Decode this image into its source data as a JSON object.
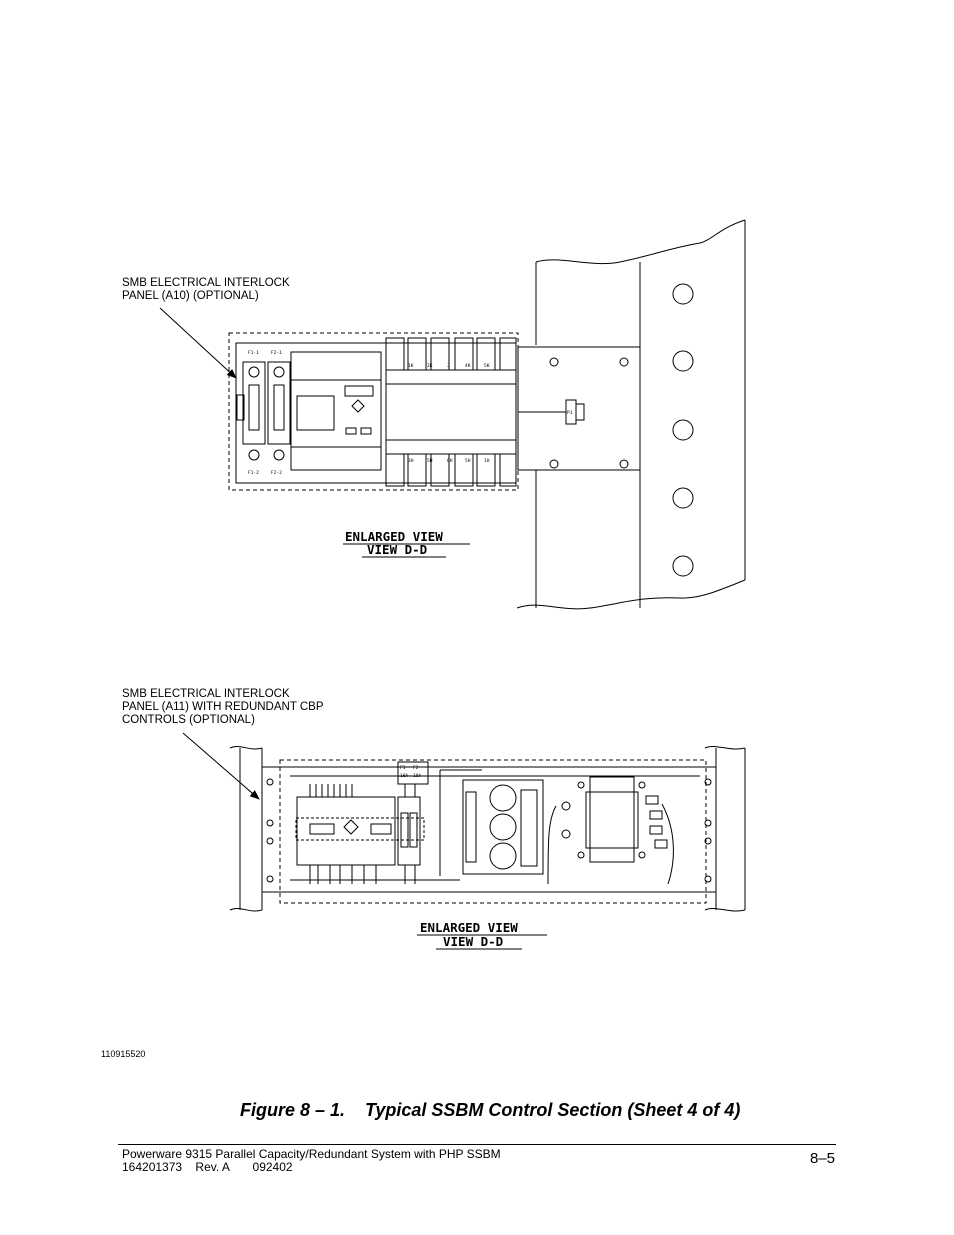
{
  "labels": {
    "a10_line1": "SMB ELECTRICAL INTERLOCK",
    "a10_line2": "PANEL (A10)  (OPTIONAL)",
    "a11_line1": "SMB ELECTRICAL INTERLOCK",
    "a11_line2": "PANEL (A11)  WITH REDUNDANT CBP",
    "a11_line3": "CONTROLS (OPTIONAL)"
  },
  "views": {
    "top_title": "ENLARGED  VIEW",
    "top_sub": "VIEW  D-D",
    "bottom_title": "ENLARGED  VIEW",
    "bottom_sub": "VIEW  D-D"
  },
  "panel_top": {
    "fuses_top": [
      "F1-1",
      "F2-1"
    ],
    "fuses_bottom": [
      "F1-2",
      "F2-2"
    ],
    "relays_top": [
      "1K",
      "2K",
      "J",
      "4K",
      "5K"
    ],
    "relays_bottom": [
      "3H",
      "5H",
      "6H",
      "5H",
      "1H"
    ],
    "connector": "P1"
  },
  "panel_bottom": {
    "fuse_labels": [
      "F1",
      "F2",
      "10A",
      "10A"
    ]
  },
  "drawing_number": "110915520",
  "caption": "Figure 8 – 1.    Typical SSBM Control Section (Sheet 4 of 4)",
  "footer": {
    "line1": "Powerware 9315 Parallel Capacity/Redundant System with PHP SSBM",
    "line2": "164201373    Rev. A       092402",
    "page": "8–5"
  }
}
